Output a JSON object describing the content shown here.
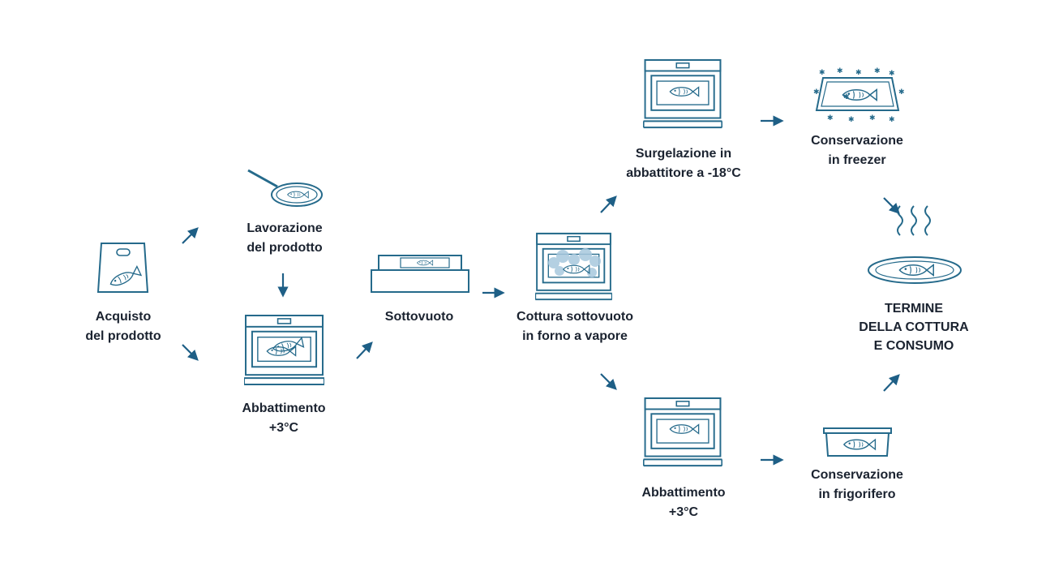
{
  "colors": {
    "icon_stroke": "#256a8b",
    "arrow": "#1e5f86",
    "text": "#1b2330",
    "steam": "#a8c8de"
  },
  "steps": {
    "acquisto": {
      "line1": "Acquisto",
      "line2": "del prodotto",
      "icon": "fish-bag-icon"
    },
    "lavorazione": {
      "line1": "Lavorazione",
      "line2": "del prodotto",
      "icon": "frying-pan-icon"
    },
    "abbattimento1": {
      "line1": "Abbattimento",
      "line2": "+3°C",
      "icon": "blast-chiller-oven-icon"
    },
    "sottovuoto": {
      "line1": "Sottovuoto",
      "icon": "vacuum-sealer-icon"
    },
    "cottura": {
      "line1": "Cottura sottovuoto",
      "line2": "in forno a vapore",
      "icon": "steam-oven-icon"
    },
    "surgelazione": {
      "line1": "Surgelazione in",
      "line2": "abbattitore a -18°C",
      "icon": "freezing-oven-icon"
    },
    "freezer": {
      "line1": "Conservazione",
      "line2": "in freezer",
      "icon": "frozen-tray-icon"
    },
    "abbattimento2": {
      "line1": "Abbattimento",
      "line2": "+3°C",
      "icon": "blast-chiller-oven-icon"
    },
    "frigorifero": {
      "line1": "Conservazione",
      "line2": "in frigorifero",
      "icon": "fridge-container-icon"
    },
    "termine": {
      "line1": "TERMINE",
      "line2": "DELLA COTTURA",
      "line3": "E CONSUMO",
      "icon": "served-dish-icon"
    }
  }
}
